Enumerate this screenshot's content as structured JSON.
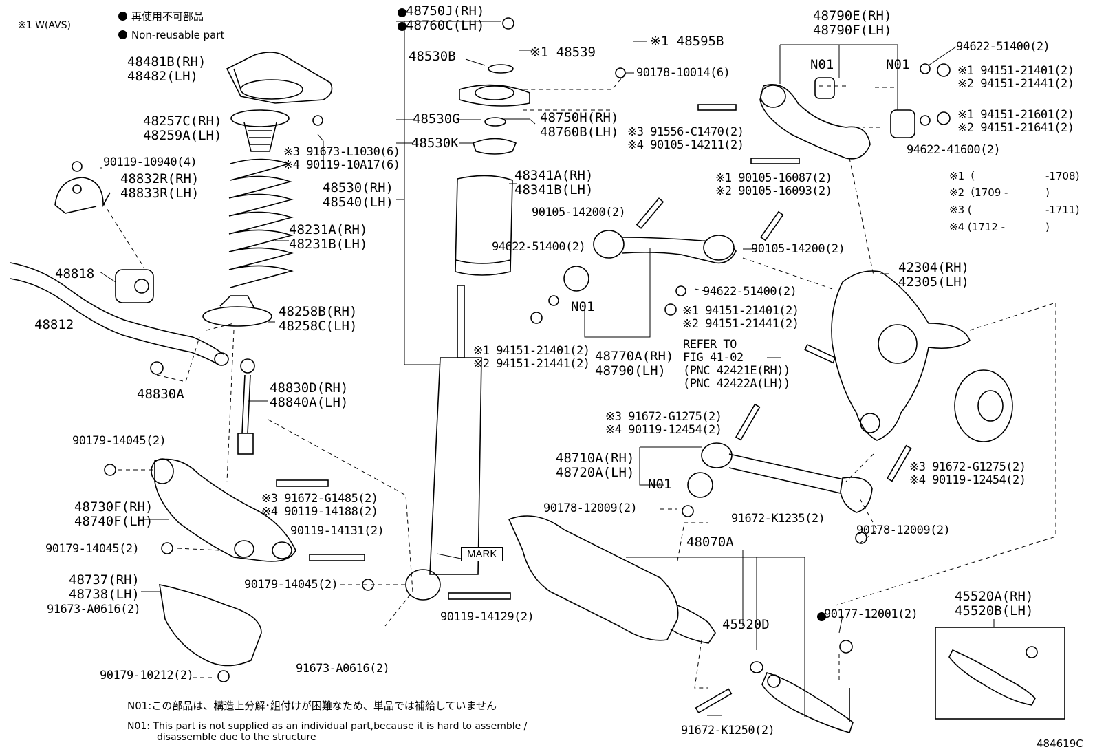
{
  "header": {
    "w_avs": "※1 W(AVS)",
    "legend_jp": "再使用不可部品",
    "legend_en": "Non-reusable part"
  },
  "footnotes": {
    "n01_jp": "N01:この部品は、構造上分解･組付けが困難なため、単品では補給していません",
    "n01_en_1": "N01: This part is not supplied as an individual part,because it is hard to assemble /",
    "n01_en_2": "disassemble due to the structure",
    "figure_id": "484619C"
  },
  "date_key": [
    {
      "k": "※1（",
      "r": "-1708)"
    },
    {
      "k": "※2（1709 -",
      "r": ")"
    },
    {
      "k": "※3 (",
      "r": "-1711)"
    },
    {
      "k": "※4 (1712 -",
      "r": ")"
    }
  ],
  "mark_label": "MARK",
  "labels": [
    {
      "id": "p48481b",
      "text": "48481B(RH)\n48482(LH)",
      "cls": "big"
    },
    {
      "id": "p48257c",
      "text": "48257C(RH)\n48259A(LH)",
      "cls": "big"
    },
    {
      "id": "p91673l",
      "text": "※3 91673-L1030(6)\n※4 90119-10A17(6)",
      "cls": ""
    },
    {
      "id": "p90119_10940",
      "text": "90119-10940(4)",
      "cls": ""
    },
    {
      "id": "p48832r",
      "text": "48832R(RH)\n48833R(LH)",
      "cls": "big"
    },
    {
      "id": "p48231a",
      "text": "48231A(RH)\n48231B(LH)",
      "cls": "big"
    },
    {
      "id": "p48818",
      "text": "48818",
      "cls": "big"
    },
    {
      "id": "p48812",
      "text": "48812",
      "cls": "big"
    },
    {
      "id": "p48258b",
      "text": "48258B(RH)\n48258C(LH)",
      "cls": "big"
    },
    {
      "id": "p48830a",
      "text": "48830A",
      "cls": "big"
    },
    {
      "id": "p48830d",
      "text": "48830D(RH)\n48840A(LH)",
      "cls": "big"
    },
    {
      "id": "p90179a",
      "text": "90179-14045(2)",
      "cls": ""
    },
    {
      "id": "p91672g1485",
      "text": "※3 91672-G1485(2)\n※4 90119-14188(2)",
      "cls": ""
    },
    {
      "id": "p48730f",
      "text": "48730F(RH)\n48740F(LH)",
      "cls": "big"
    },
    {
      "id": "p90119_14131",
      "text": "90119-14131(2)",
      "cls": ""
    },
    {
      "id": "p90179b",
      "text": "90179-14045(2)",
      "cls": ""
    },
    {
      "id": "p90179c",
      "text": "90179-14045(2)",
      "cls": ""
    },
    {
      "id": "p48737",
      "text": "48737(RH)\n48738(LH)",
      "cls": "big"
    },
    {
      "id": "p91673a1",
      "text": "91673-A0616(2)",
      "cls": ""
    },
    {
      "id": "p90179_10212",
      "text": "90179-10212(2)",
      "cls": ""
    },
    {
      "id": "p91673a2",
      "text": "91673-A0616(2)",
      "cls": ""
    },
    {
      "id": "p48750j",
      "text": "48750J(RH)\n48760C(LH)",
      "cls": "big"
    },
    {
      "id": "p48539",
      "text": "※1 48539",
      "cls": "big"
    },
    {
      "id": "p48530b",
      "text": "48530B",
      "cls": "big"
    },
    {
      "id": "p48595b",
      "text": "※1 48595B",
      "cls": "big"
    },
    {
      "id": "p90178_10014",
      "text": "90178-10014(6)",
      "cls": ""
    },
    {
      "id": "p48530g",
      "text": "48530G",
      "cls": "big"
    },
    {
      "id": "p48750h",
      "text": "48750H(RH)\n48760B(LH)",
      "cls": "big"
    },
    {
      "id": "p48530k",
      "text": "48530K",
      "cls": "big"
    },
    {
      "id": "p91556",
      "text": "※3 91556-C1470(2)\n※4 90105-14211(2)",
      "cls": ""
    },
    {
      "id": "p48530",
      "text": "48530(RH)\n48540(LH)",
      "cls": "big"
    },
    {
      "id": "p48341a",
      "text": "48341A(RH)\n48341B(LH)",
      "cls": "big"
    },
    {
      "id": "p90105_14200a",
      "text": "90105-14200(2)",
      "cls": ""
    },
    {
      "id": "p94622_51400a",
      "text": "94622-51400(2)",
      "cls": ""
    },
    {
      "id": "pn01a",
      "text": "N01",
      "cls": "big"
    },
    {
      "id": "p94151a",
      "text": "※1 94151-21401(2)\n※2 94151-21441(2)",
      "cls": ""
    },
    {
      "id": "p48770a",
      "text": "48770A(RH)\n48790(LH)",
      "cls": "big"
    },
    {
      "id": "p48790e",
      "text": "48790E(RH)\n48790F(LH)",
      "cls": "big"
    },
    {
      "id": "p94622_51400b",
      "text": "94622-51400(2)",
      "cls": ""
    },
    {
      "id": "pn01b",
      "text": "N01",
      "cls": "big"
    },
    {
      "id": "pn01c",
      "text": "N01",
      "cls": "big"
    },
    {
      "id": "p94151b",
      "text": "※1 94151-21401(2)\n※2 94151-21441(2)",
      "cls": ""
    },
    {
      "id": "p94151c",
      "text": "※1 94151-21601(2)\n※2 94151-21641(2)",
      "cls": ""
    },
    {
      "id": "p94622_41600",
      "text": "94622-41600(2)",
      "cls": ""
    },
    {
      "id": "p90105_16087",
      "text": "※1 90105-16087(2)\n※2 90105-16093(2)",
      "cls": ""
    },
    {
      "id": "p90105_14200b",
      "text": "90105-14200(2)",
      "cls": ""
    },
    {
      "id": "p94622_51400c",
      "text": "94622-51400(2)",
      "cls": ""
    },
    {
      "id": "p94151d",
      "text": "※1 94151-21401(2)\n※2 94151-21441(2)",
      "cls": ""
    },
    {
      "id": "p42304",
      "text": "42304(RH)\n42305(LH)",
      "cls": "big"
    },
    {
      "id": "prefer",
      "text": "REFER TO\nFIG 41-02\n(PNC 42421E(RH))\n(PNC 42422A(LH))",
      "cls": ""
    },
    {
      "id": "p91672g1275a",
      "text": "※3 91672-G1275(2)\n※4 90119-12454(2)",
      "cls": ""
    },
    {
      "id": "p48710a",
      "text": "48710A(RH)\n48720A(LH)",
      "cls": "big"
    },
    {
      "id": "pn01d",
      "text": "N01",
      "cls": "big"
    },
    {
      "id": "p91672g1275b",
      "text": "※3 91672-G1275(2)\n※4 90119-12454(2)",
      "cls": ""
    },
    {
      "id": "p90178_12009a",
      "text": "90178-12009(2)",
      "cls": ""
    },
    {
      "id": "p91672_k1235",
      "text": "91672-K1235(2)",
      "cls": ""
    },
    {
      "id": "p90178_12009b",
      "text": "90178-12009(2)",
      "cls": ""
    },
    {
      "id": "p48070a",
      "text": "48070A",
      "cls": "big"
    },
    {
      "id": "p90179_14045d",
      "text": "90179-14045(2)",
      "cls": ""
    },
    {
      "id": "p90119_14129",
      "text": "90119-14129(2)",
      "cls": ""
    },
    {
      "id": "p45520d",
      "text": "45520D",
      "cls": "big"
    },
    {
      "id": "p90177",
      "text": "90177-12001(2)",
      "cls": ""
    },
    {
      "id": "p45520a",
      "text": "45520A(RH)\n45520B(LH)",
      "cls": "big"
    },
    {
      "id": "p91672_k1250",
      "text": "91672-K1250(2)",
      "cls": ""
    }
  ]
}
